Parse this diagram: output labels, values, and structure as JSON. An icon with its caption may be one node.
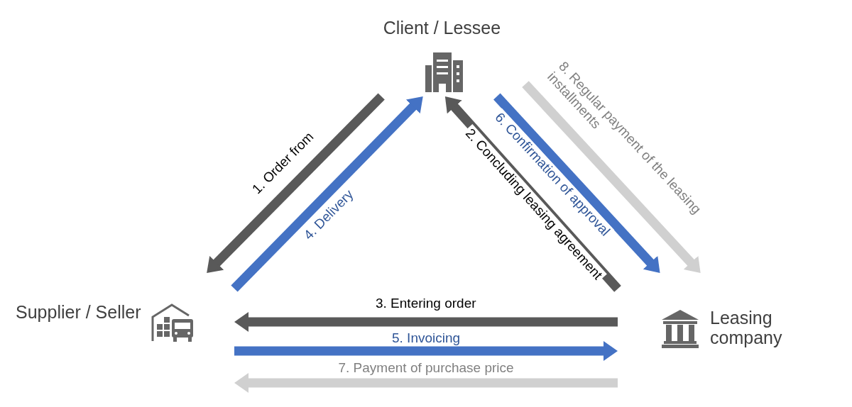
{
  "diagram": {
    "nodes": [
      {
        "text": [
          "Client / Lessee"
        ]
      },
      {
        "text": [
          "Supplier / Seller"
        ]
      },
      {
        "text": [
          "Leasing company"
        ]
      }
    ],
    "edges": [
      {
        "from": 0,
        "to": 1,
        "arrow": "to",
        "label": "1. Order from"
      },
      {
        "from": 2,
        "to": 0,
        "arrow": "to",
        "label": "2. Concluding leasing agreement"
      },
      {
        "from": 2,
        "to": 1,
        "arrow": "to",
        "label": "3. Entering order"
      },
      {
        "from": 1,
        "to": 0,
        "arrow": "to",
        "label": "4. Delivery",
        "color": "#4472c4"
      },
      {
        "from": 1,
        "to": 2,
        "arrow": "to",
        "label": "5. Invoicing",
        "color": "#4472c4"
      },
      {
        "from": 0,
        "to": 2,
        "arrow": "to",
        "label": "6. Confirmation of approval",
        "color": "#4472c4"
      },
      {
        "from": 2,
        "to": 1,
        "arrow": "to",
        "label": "7. Payment of purchase price",
        "color": "#d0d0d0"
      },
      {
        "from": 0,
        "to": 2,
        "arrow": "to",
        "label": "8. Regular payment of the leasing installments",
        "color": "#d0d0d0"
      }
    ]
  }
}
